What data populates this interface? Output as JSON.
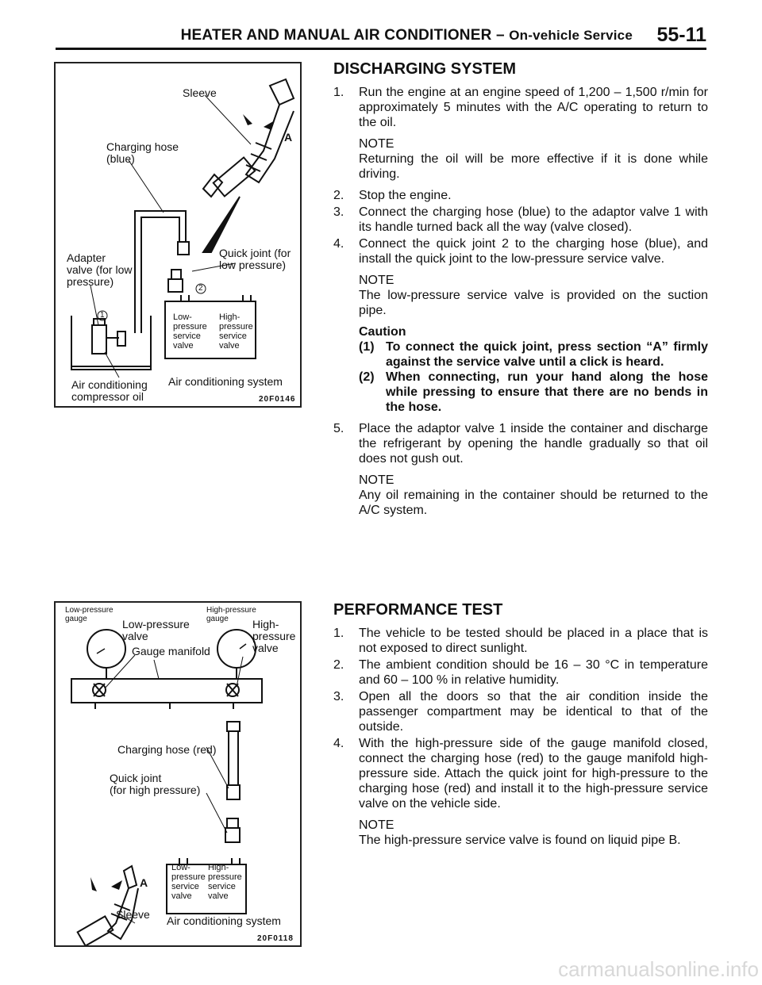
{
  "header": {
    "title_main": "HEATER AND MANUAL AIR CONDITIONER",
    "title_dash": " – ",
    "title_sub": "On-vehicle Service",
    "page_number": "55-11"
  },
  "figure1": {
    "labels": {
      "sleeve": "Sleeve",
      "a": "A",
      "charging_hose": "Charging hose\n(blue)",
      "adapter_valve": "Adapter\nvalve (for low\npressure)",
      "quick_joint": "Quick joint (for\nlow pressure)",
      "marker_1": "1",
      "marker_2": "2",
      "low_pressure_valve": "Low-\npressure\nservice\nvalve",
      "high_pressure_valve": "High-\npressure\nservice\nvalve",
      "compressor_oil": "Air conditioning\ncompressor oil",
      "ac_system": "Air conditioning system",
      "code": "20F0146"
    }
  },
  "figure2": {
    "labels": {
      "low_pressure_gauge": "Low-pressure\ngauge",
      "high_pressure_gauge": "High-pressure\ngauge",
      "low_pressure_valve": "Low-pressure\nvalve",
      "high_pressure_valve": "High-\npressure\nvalve",
      "gauge_manifold": "Gauge manifold",
      "charging_hose_red": "Charging hose (red)",
      "quick_joint_high": "Quick joint\n(for high pressure)",
      "a": "A",
      "sleeve": "Sleeve",
      "low_pressure_service": "Low-\npressure\nservice\nvalve",
      "high_pressure_service": "High-\npressure\nservice\nvalve",
      "ac_system": "Air conditioning system",
      "code": "20F0118"
    }
  },
  "discharging": {
    "title": "DISCHARGING SYSTEM",
    "step1": "Run the engine at an engine speed of 1,200 – 1,500 r/min for approximately 5 minutes with the A/C operating to return to the oil.",
    "note_label": "NOTE",
    "note1": "Returning the oil will be more effective if it is done while driving.",
    "step2": "Stop the engine.",
    "step3": "Connect the charging hose (blue) to the adaptor valve 1 with its handle turned back all the way (valve closed).",
    "step4": "Connect the quick joint 2 to the charging hose (blue), and install the quick joint to the low-pressure service valve.",
    "note2": "The low-pressure service valve is provided on the suction pipe.",
    "caution_label": "Caution",
    "caution1": "To connect the quick joint, press section “A” firmly against the service valve until a click is heard.",
    "caution2": "When connecting, run your hand along the hose while pressing to ensure that there are no bends in the hose.",
    "step5": "Place the adaptor valve 1 inside the container and discharge the refrigerant by opening the handle gradually so that oil does not gush out.",
    "note3": "Any oil remaining in the container should be returned to the A/C system."
  },
  "performance": {
    "title": "PERFORMANCE TEST",
    "step1": "The vehicle to be tested should be placed in a place that is not exposed to direct sunlight.",
    "step2": "The ambient condition should be 16 – 30 °C in temperature and 60 – 100 % in relative humidity.",
    "step3": "Open all the doors so that the air condition inside the passenger compartment may be identical to that of the outside.",
    "step4": "With the high-pressure side of the gauge manifold closed, connect the charging hose (red) to the gauge manifold high-pressure side. Attach the quick joint for high-pressure to the charging hose (red) and install it to the high-pressure service valve on the vehicle side.",
    "note_label": "NOTE",
    "note1": "The high-pressure service valve is found on liquid pipe B."
  },
  "watermark": "carmanualsonline.info"
}
